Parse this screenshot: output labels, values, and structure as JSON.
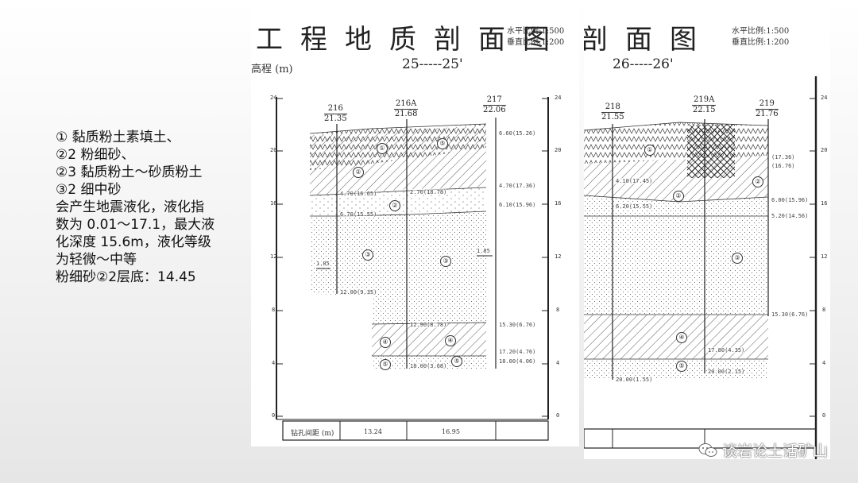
{
  "notes": {
    "lines": [
      "① 黏质粉土素填土、",
      "②2 粉细砂、",
      "②3 黏质粉土～砂质粉土",
      "③2 细中砂",
      "会产生地震液化，液化指",
      "数为 0.01～17.1，最大液",
      "化深度 15.6m，液化等级",
      "为轻微～中等"
    ],
    "summary": "粉细砂②2层底：14.45"
  },
  "profile_a": {
    "title": "工程地质剖面图",
    "scale_h": "水平比例:1:500",
    "scale_v": "垂直比例:1:200",
    "section": "25-----25'",
    "elev_label": "高程 (m)",
    "boreholes": [
      {
        "num": "216",
        "elev": "21.35"
      },
      {
        "num": "216A",
        "elev": "21.68"
      },
      {
        "num": "217",
        "elev": "22.06"
      }
    ],
    "ticks": [
      "24",
      "20",
      "16",
      "12",
      "8",
      "4",
      "0"
    ],
    "layer_labels": [
      "6.60(15.26)",
      "4.70(17.36)",
      "4.70(16.65)",
      "2.70(18.78)",
      "6.10(15.96)",
      "6.70(15.55)",
      "12.00(9.35)",
      "12.90(8.78)",
      "15.30(6.76)",
      "17.20(4.76)",
      "18.00(3.68)",
      "18.00(4.06)",
      "1.85",
      "1.85"
    ],
    "layer_ids": [
      "①",
      "②",
      "②",
      "③",
      "③",
      "④",
      "④",
      "⑤",
      "⑤",
      "⑤"
    ],
    "footer_label": "钻孔间距 (m)",
    "distances": [
      "13.24",
      "16.95"
    ]
  },
  "profile_b": {
    "title": "剖面图",
    "scale_h": "水平比例:1:500",
    "scale_v": "垂直比例:1:200",
    "section": "26-----26'",
    "boreholes": [
      {
        "num": "218",
        "elev": "21.55"
      },
      {
        "num": "219A",
        "elev": "22.15"
      },
      {
        "num": "219",
        "elev": "21.76"
      }
    ],
    "ticks": [
      "24",
      "20",
      "16",
      "12",
      "8",
      "4",
      "0"
    ],
    "layer_labels": [
      "(17.36)",
      "(16.76)",
      "4.10(17.45)",
      "6.20(15.55)",
      "6.00(15.96)",
      "5.20(14.56)",
      "15.30(6.76)",
      "17.80(4.35)",
      "20.00(2.15)",
      "20.00(1.55)"
    ],
    "layer_ids": [
      "①",
      "②",
      "②",
      "③",
      "④",
      "⑤"
    ]
  },
  "watermark": "谈岩论土话矿山"
}
